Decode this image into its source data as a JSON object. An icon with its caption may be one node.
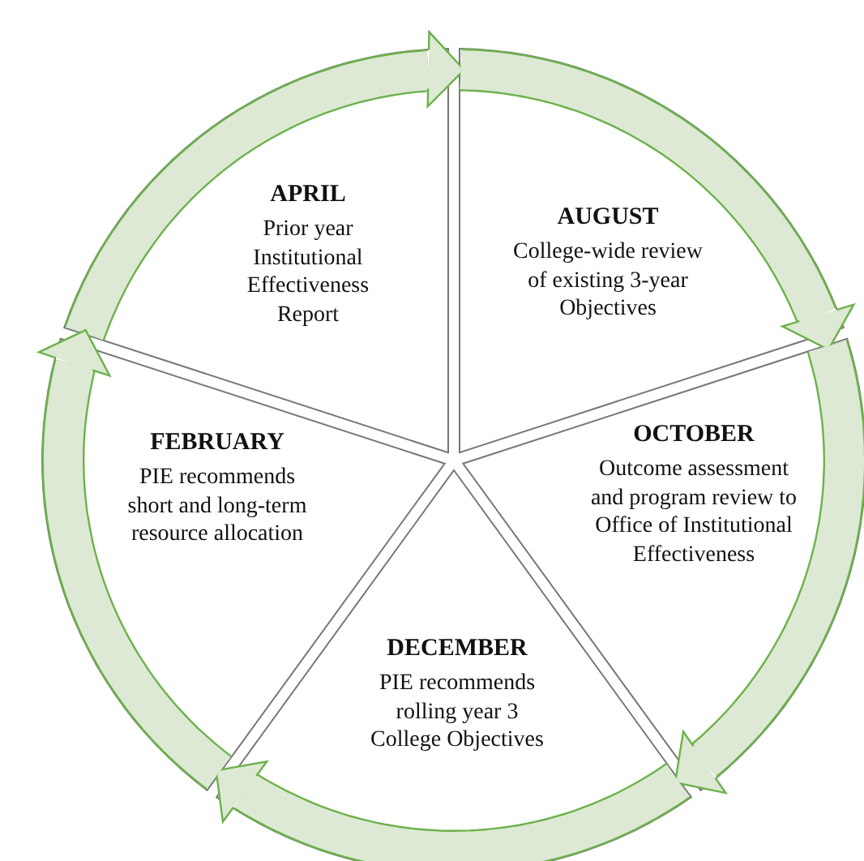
{
  "diagram": {
    "nodes": [
      {
        "text": [
          "APRIL",
          "Prior year Institutional Effectiveness Report"
        ]
      },
      {
        "text": [
          "AUGUST",
          "College-wide review of existing 3-year Objectives"
        ]
      },
      {
        "text": [
          "OCTOBER",
          "Outcome assessment and program review to Office of Institutional Effectiveness"
        ]
      },
      {
        "text": [
          "DECEMBER",
          "PIE recommends rolling year 3 College Objectives"
        ]
      },
      {
        "text": [
          "FEBRUARY",
          "PIE recommends short and long-term resource allocation"
        ]
      }
    ],
    "edges": [
      {
        "from": 0,
        "to": 1,
        "arrow": "to"
      },
      {
        "from": 1,
        "to": 2,
        "arrow": "to"
      },
      {
        "from": 2,
        "to": 3,
        "arrow": "to"
      },
      {
        "from": 3,
        "to": 4,
        "arrow": "to"
      },
      {
        "from": 4,
        "to": 0,
        "arrow": "to"
      }
    ]
  }
}
